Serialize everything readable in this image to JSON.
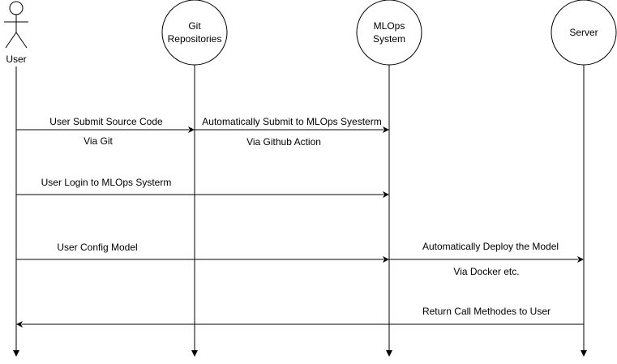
{
  "participants": [
    {
      "id": "user",
      "kind": "actor",
      "lines": [
        "User"
      ]
    },
    {
      "id": "git",
      "kind": "circle",
      "lines": [
        "Git",
        "Repositories"
      ]
    },
    {
      "id": "mlops",
      "kind": "circle",
      "lines": [
        "MLOps",
        "System"
      ]
    },
    {
      "id": "server",
      "kind": "circle",
      "lines": [
        "Server"
      ]
    }
  ],
  "messages": [
    {
      "from": "user",
      "to": "git",
      "label": "User Submit Source Code",
      "note": "Via Git"
    },
    {
      "from": "git",
      "to": "mlops",
      "label": "Automatically Submit to MLOps Syesterm",
      "note": "Via Github Action"
    },
    {
      "from": "user",
      "to": "mlops",
      "label": "User Login to MLOps Systerm",
      "note": ""
    },
    {
      "from": "user",
      "to": "mlops",
      "label": "User Config Model",
      "note": ""
    },
    {
      "from": "mlops",
      "to": "server",
      "label": "Automatically Deploy the Model",
      "note": "Via Docker etc."
    },
    {
      "from": "server",
      "to": "user",
      "label": "Return Call Methodes to User",
      "note": ""
    }
  ],
  "colors": {
    "stroke": "#000000",
    "background": "#ffffff"
  }
}
